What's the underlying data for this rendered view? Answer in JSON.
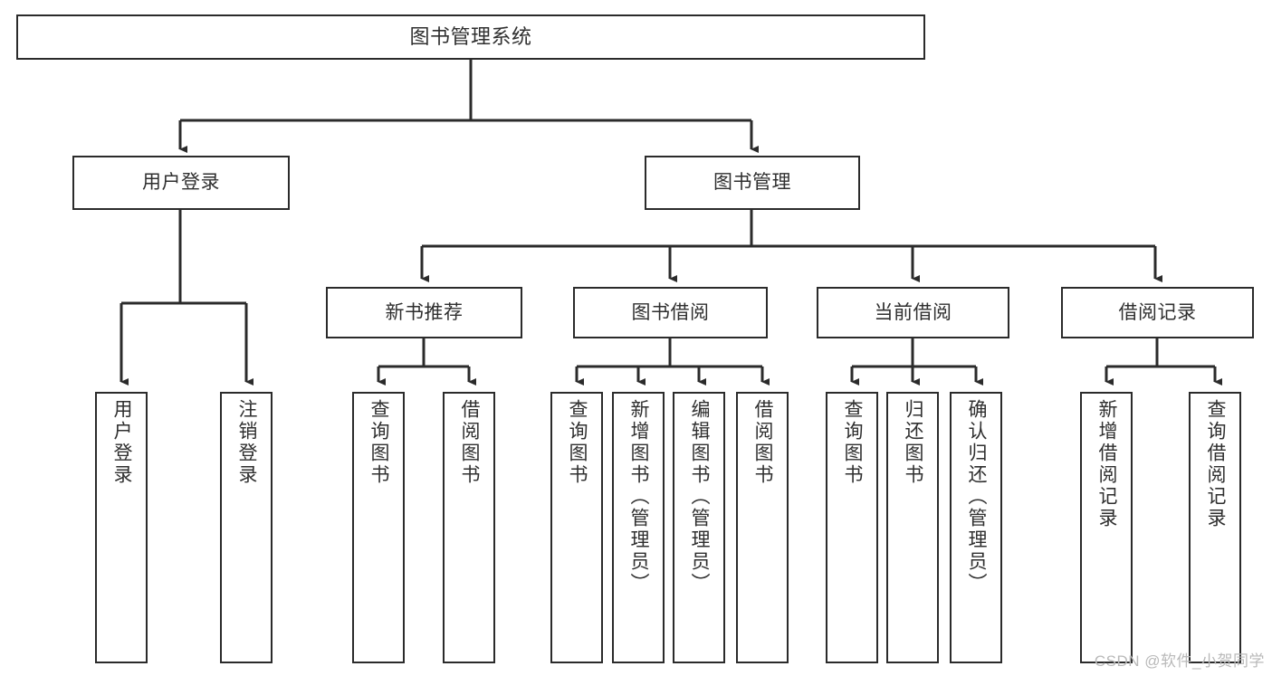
{
  "diagram": {
    "title": "图书管理系统",
    "type": "tree-hierarchy-chart",
    "watermark": "CSDN @软件_小贺同学",
    "colors": {
      "stroke": "#2b2b2b",
      "text": "#2f2f2f",
      "background": "#ffffff",
      "watermark": "#b9b9b9"
    },
    "root": {
      "label": "图书管理系统"
    },
    "level2": [
      {
        "id": "user-login",
        "label": "用户登录"
      },
      {
        "id": "book-manage",
        "label": "图书管理"
      }
    ],
    "level3": [
      {
        "id": "new-book-recommend",
        "label": "新书推荐"
      },
      {
        "id": "book-borrow",
        "label": "图书借阅"
      },
      {
        "id": "current-borrow",
        "label": "当前借阅"
      },
      {
        "id": "borrow-record",
        "label": "借阅记录"
      }
    ],
    "leaves": {
      "user_login": [
        {
          "id": "leaf-user-login",
          "label": "用户登录"
        },
        {
          "id": "leaf-logout-login",
          "label": "注销登录"
        }
      ],
      "new_book_recommend": [
        {
          "id": "leaf-query-book-1",
          "label": "查询图书"
        },
        {
          "id": "leaf-borrow-book-1",
          "label": "借阅图书"
        }
      ],
      "book_borrow": [
        {
          "id": "leaf-query-book-2",
          "label": "查询图书"
        },
        {
          "id": "leaf-add-book",
          "label": "新增图书（管理员）"
        },
        {
          "id": "leaf-edit-book",
          "label": "编辑图书（管理员）"
        },
        {
          "id": "leaf-borrow-book-2",
          "label": "借阅图书"
        }
      ],
      "current_borrow": [
        {
          "id": "leaf-query-book-3",
          "label": "查询图书"
        },
        {
          "id": "leaf-return-book",
          "label": "归还图书"
        },
        {
          "id": "leaf-confirm-return",
          "label": "确认归还（管理员）"
        }
      ],
      "borrow_record": [
        {
          "id": "leaf-add-record",
          "label": "新增借阅记录"
        },
        {
          "id": "leaf-query-record",
          "label": "查询借阅记录"
        }
      ]
    }
  }
}
